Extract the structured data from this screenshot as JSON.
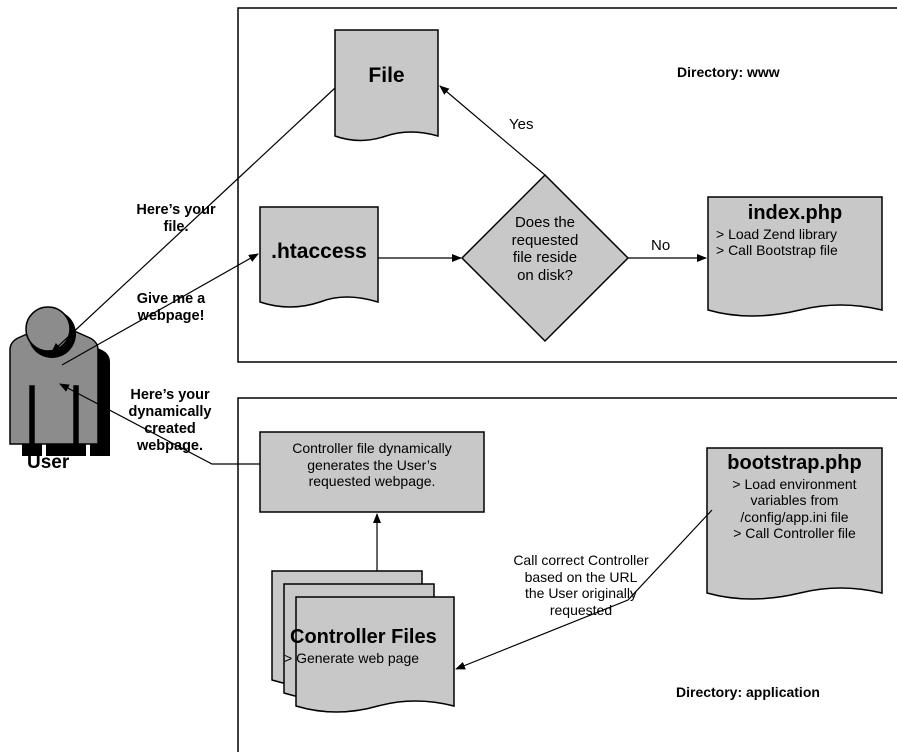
{
  "directories": {
    "www": "Directory: www",
    "application": "Directory: application"
  },
  "user": {
    "label": "User",
    "icon": "user-person-icon"
  },
  "messages": {
    "heres_your_file": [
      "Here’s your",
      "file."
    ],
    "give_me_webpage": [
      "Give me a",
      "webpage!"
    ],
    "heres_dynamic": [
      "Here’s your",
      "dynamically",
      "created",
      "webpage."
    ]
  },
  "nodes": {
    "file": {
      "title": "File"
    },
    "htaccess": {
      "title": ".htaccess"
    },
    "decision": {
      "lines": [
        "Does the",
        "requested",
        "file reside",
        "on disk?"
      ]
    },
    "index_php": {
      "title": "index.php",
      "lines": [
        "> Load Zend library",
        "> Call Bootstrap file"
      ]
    },
    "bootstrap_php": {
      "title": "bootstrap.php",
      "lines": [
        "> Load environment",
        "variables from",
        "/config/app.ini file",
        "> Call Controller file"
      ]
    },
    "controller_generator": {
      "lines": [
        "Controller file dynamically",
        "generates the User’s",
        "requested webpage."
      ]
    },
    "controller_files": {
      "title": "Controller Files",
      "lines": [
        "> Generate web page"
      ]
    }
  },
  "edges": {
    "yes": "Yes",
    "no": "No",
    "call_controller": [
      "Call correct Controller",
      "based on the URL",
      "the User originally",
      "requested"
    ]
  },
  "colors": {
    "shape_fill": "#c8c8c8",
    "line": "#000000",
    "background": "#ffffff"
  }
}
